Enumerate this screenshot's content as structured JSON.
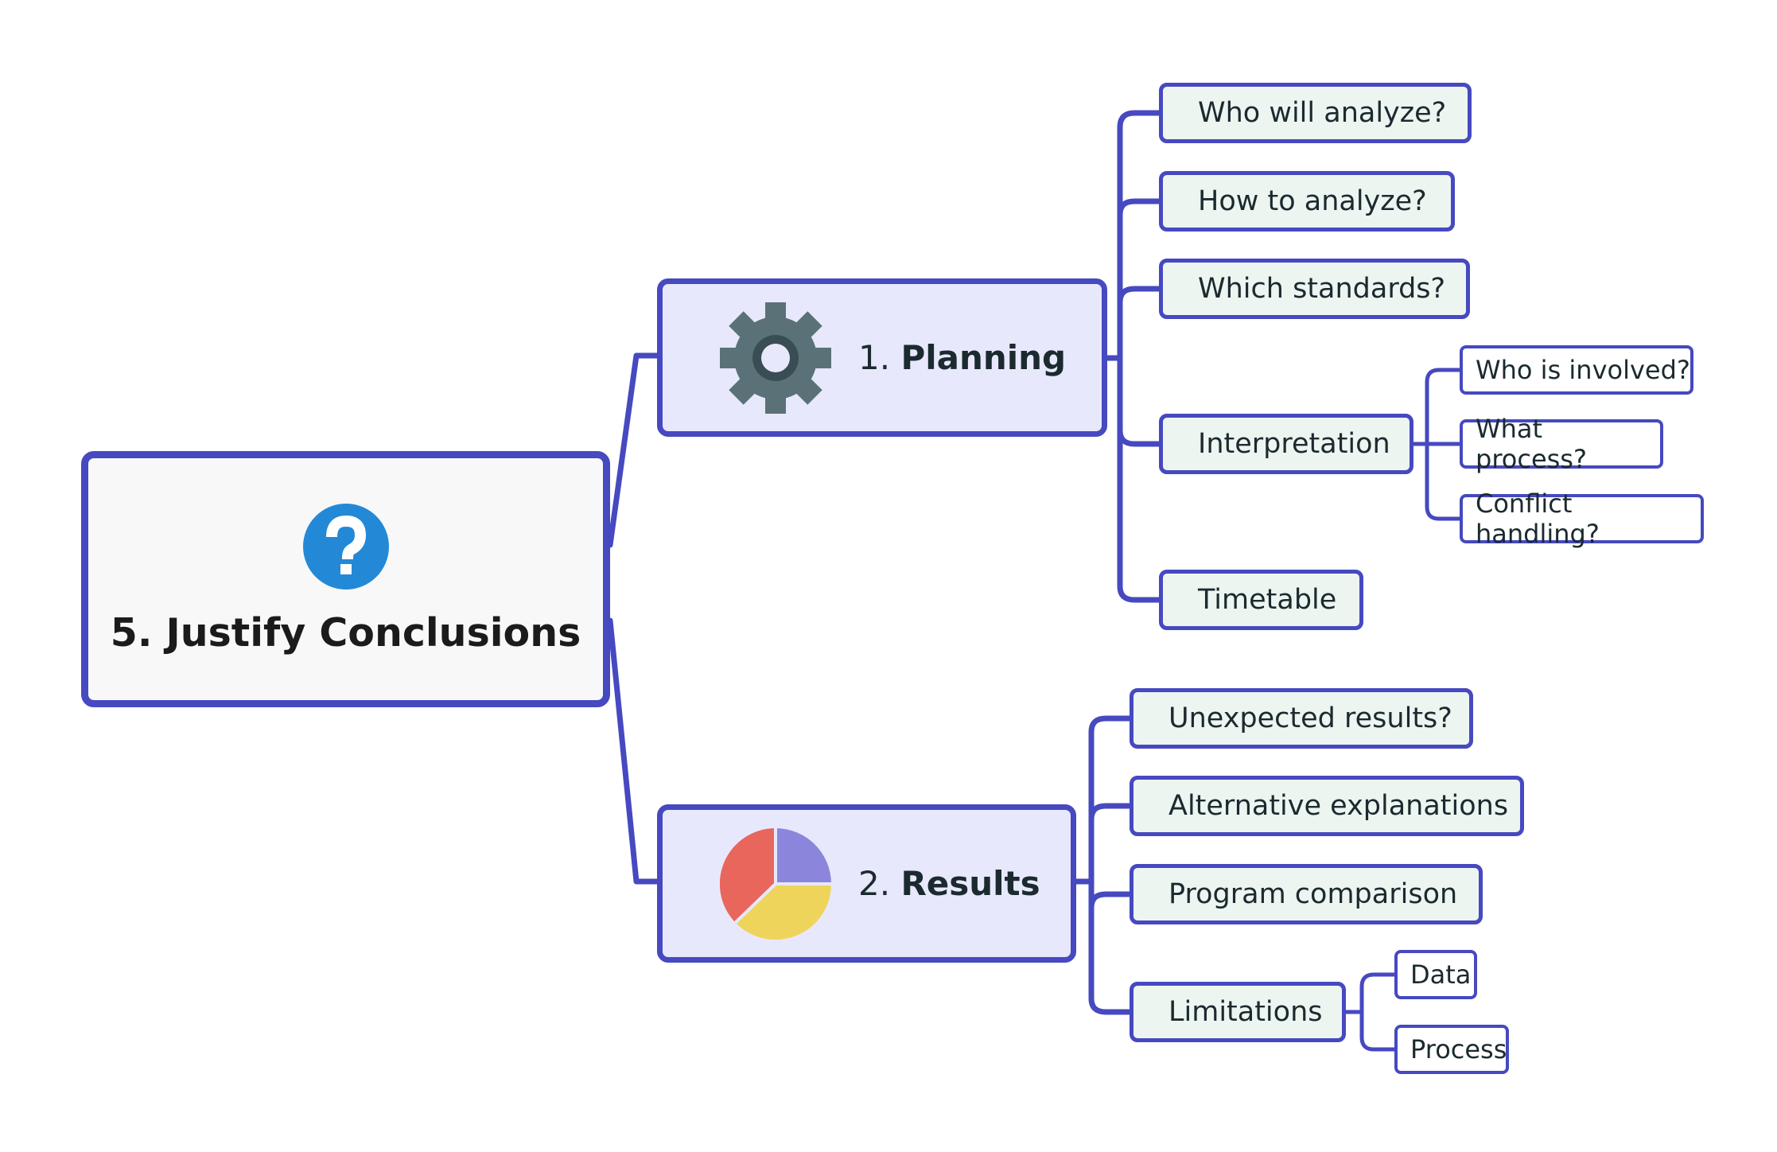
{
  "colors": {
    "line": "#4649c0",
    "root_fill": "#f8f8f8",
    "main_fill": "#e8e8fc",
    "sub_fill": "#edf5f1",
    "leaf_fill": "#ffffff",
    "question_icon": "#2389d7",
    "gear_icon": "#5b7178",
    "pie_purple": "#8b86dc",
    "pie_yellow": "#efd45c",
    "pie_red": "#e8665c"
  },
  "root": {
    "title": "5. Justify Conclusions",
    "icon": "question-circle-icon"
  },
  "planning": {
    "number": "1.",
    "label": "Planning",
    "icon": "gear-icon",
    "items": [
      "Who will analyze?",
      "How to analyze?",
      "Which standards?",
      "Interpretation",
      "Timetable"
    ],
    "interpretation_items": [
      "Who is involved?",
      "What process?",
      "Conflict handling?"
    ]
  },
  "results": {
    "number": "2.",
    "label": "Results",
    "icon": "pie-chart-icon",
    "items": [
      "Unexpected results?",
      "Alternative explanations",
      "Program comparison",
      "Limitations"
    ],
    "limitation_items": [
      "Data",
      "Process"
    ]
  }
}
